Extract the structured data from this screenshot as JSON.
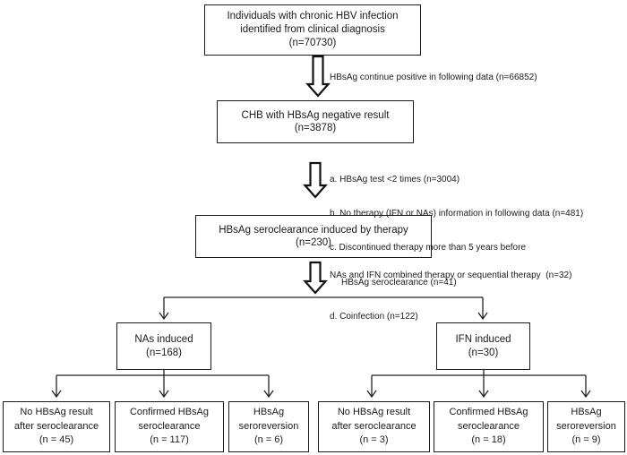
{
  "flowchart": {
    "boxes": {
      "top": {
        "line1": "Individuals with chronic HBV infection",
        "line2": "identified from clinical diagnosis",
        "line3": "(n=70730)"
      },
      "chb": {
        "line1": "CHB with HBsAg negative result",
        "line2": "(n=3878)"
      },
      "sero": {
        "line1": "HBsAg seroclearance induced by therapy",
        "line2": "(n=230)"
      },
      "nas": {
        "line1": "NAs induced",
        "line2": "(n=168)"
      },
      "ifn": {
        "line1": "IFN induced",
        "line2": "(n=30)"
      },
      "nas_no_result": {
        "line1": "No HBsAg result",
        "line2": "after seroclearance",
        "line3": "(n = 45)"
      },
      "nas_confirmed": {
        "line1": "Confirmed HBsAg",
        "line2": "seroclearance",
        "line3": "(n = 117)"
      },
      "nas_reversion": {
        "line1": "HBsAg",
        "line2": "seroreversion",
        "line3": "(n = 6)"
      },
      "ifn_no_result": {
        "line1": "No HBsAg result",
        "line2": "after seroclearance",
        "line3": "(n = 3)"
      },
      "ifn_confirmed": {
        "line1": "Confirmed HBsAg",
        "line2": "seroclearance",
        "line3": "(n = 18)"
      },
      "ifn_reversion": {
        "line1": "HBsAg",
        "line2": "seroreversion",
        "line3": "(n = 9)"
      }
    },
    "labels": {
      "exclusion1": "HBsAg continue positive in following data (n=66852)",
      "exclusion2a": "a. HBsAg test <2 times (n=3004)",
      "exclusion2b": "b. No therapy (IFN or NAs) information in following data (n=481)",
      "exclusion2c": "c. Discontinued therapy more than 5 years before",
      "exclusion2c2": "HBsAg seroclearance (n=41)",
      "exclusion2d": "d. Coinfection (n=122)",
      "exclusion3": "NAs and IFN combined therapy or sequential therapy  (n=32)"
    },
    "colors": {
      "box_border": "#1a1a1a",
      "box_fill": "#ffffff",
      "text": "#1a1a1a",
      "background": "#ffffff"
    }
  }
}
